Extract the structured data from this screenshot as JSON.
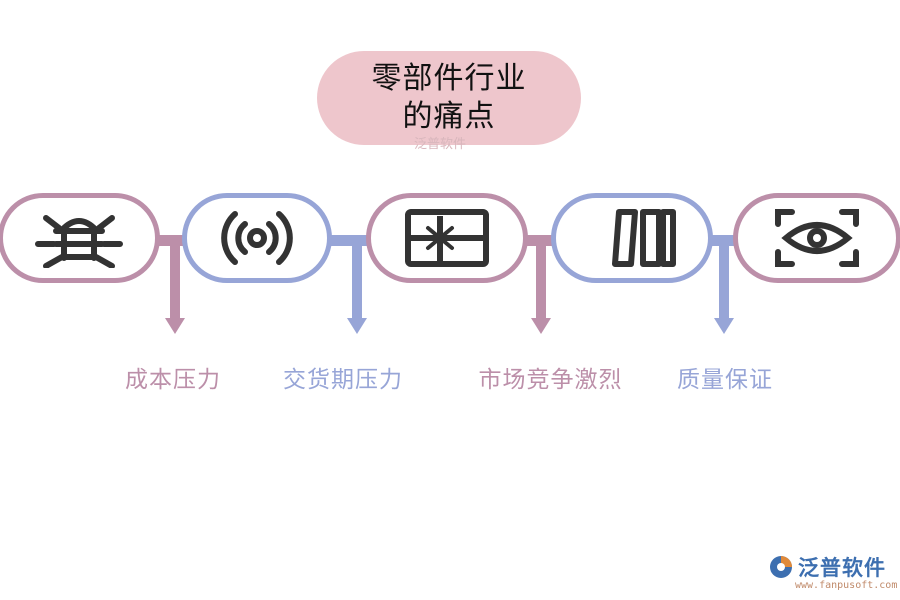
{
  "title": {
    "line1": "零部件行业",
    "line2": "的痛点",
    "watermark": "泛普软件"
  },
  "nodes": [
    {
      "icon": "bug-icon",
      "color": "#bc8fa9"
    },
    {
      "icon": "broadcast-icon",
      "color": "#97a5d7"
    },
    {
      "icon": "gift-box-icon",
      "color": "#bc8fa9"
    },
    {
      "icon": "panels-icon",
      "color": "#97a5d7"
    },
    {
      "icon": "eye-scan-icon",
      "color": "#bc8fa9"
    }
  ],
  "labels": [
    "成本压力",
    "交货期压力",
    "市场竞争激烈",
    "质量保证"
  ],
  "logo": {
    "name": "泛普软件",
    "url": "www.fanpusoft.com"
  },
  "colors": {
    "pink": "#bc8fa9",
    "blue": "#97a5d7",
    "title_bg": "#eec6cc",
    "icon": "#333333"
  }
}
